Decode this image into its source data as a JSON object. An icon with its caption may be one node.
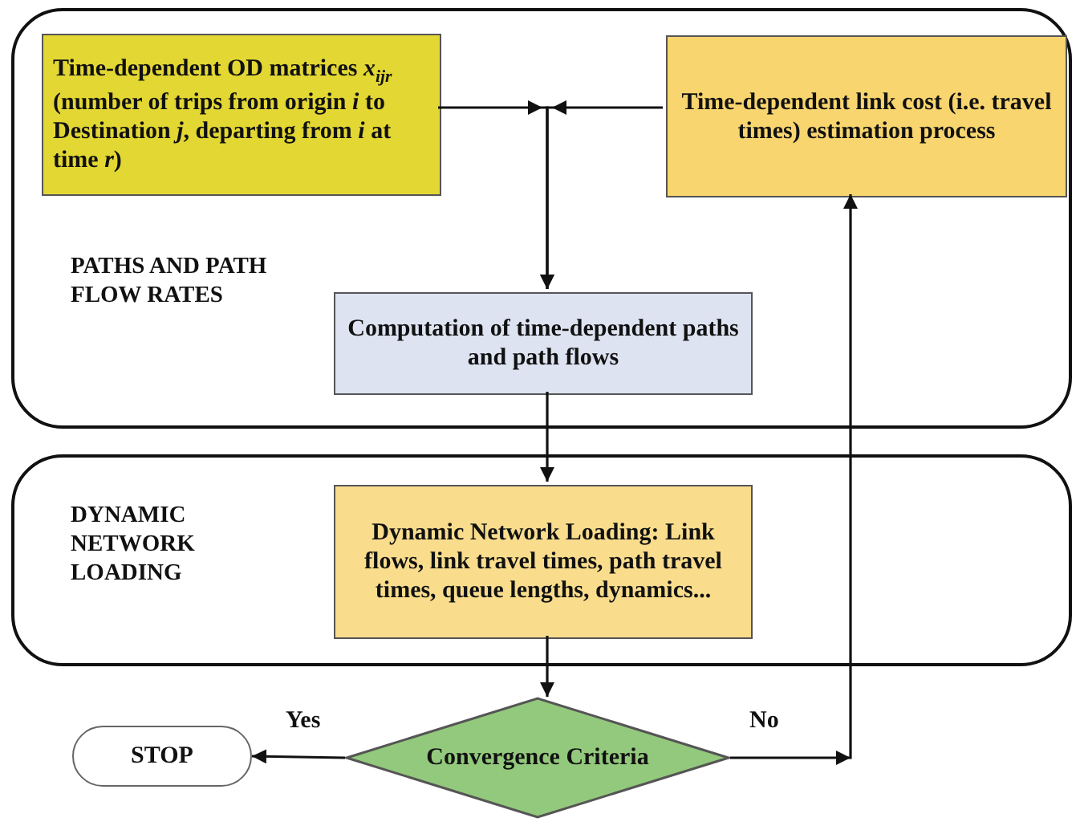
{
  "diagram": {
    "nodes": [
      {
        "text": [
          "PATHS AND PATH FLOW RATES"
        ]
      },
      {
        "text": [
          "Time-dependent OD matrices *x*$_{ijr}$ (number of trips from origin *i* to Destination *j*, departing from *i* at time *r*)"
        ],
        "in": 0
      },
      {
        "text": [
          "Time-dependent link cost (i.e. travel times) estimation process"
        ],
        "in": 0
      },
      {
        "text": [
          "Computation of time-dependent paths and path flows"
        ],
        "in": 0
      },
      {
        "text": [
          "DYNAMIC NETWORK LOADING"
        ]
      },
      {
        "text": [
          "Dynamic Network Loading: Link flows, link travel times, path travel times, queue lengths, dynamics..."
        ],
        "in": 4
      },
      {
        "text": [
          "STOP"
        ]
      },
      {
        "text": [
          "Convergence Criteria"
        ]
      }
    ],
    "edges": [
      {
        "from": 1,
        "to": 3,
        "arrow": "to"
      },
      {
        "from": 2,
        "to": 3,
        "arrow": "to"
      },
      {
        "from": 3,
        "to": 5,
        "arrow": "to"
      },
      {
        "from": 5,
        "to": 7,
        "arrow": "to"
      },
      {
        "from": 7,
        "to": 6,
        "label": "Yes",
        "arrow": "to"
      },
      {
        "from": 7,
        "to": 2,
        "label": "No",
        "arrow": "to"
      }
    ]
  }
}
